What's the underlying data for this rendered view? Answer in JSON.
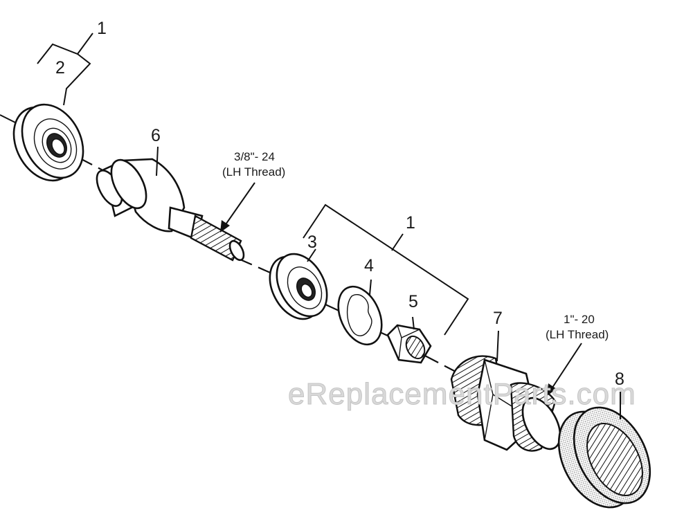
{
  "callouts": {
    "c1_top": "1",
    "c2": "2",
    "c6": "6",
    "c3": "3",
    "c4": "4",
    "c5": "5",
    "c1_mid": "1",
    "c7": "7",
    "c8": "8"
  },
  "notes": {
    "shaft_thread_size": "3/8\"- 24",
    "shaft_thread_type": "(LH Thread)",
    "housing_thread_size": "1\"- 20",
    "housing_thread_type": "(LH Thread)"
  },
  "watermark": "eReplacementParts.com"
}
